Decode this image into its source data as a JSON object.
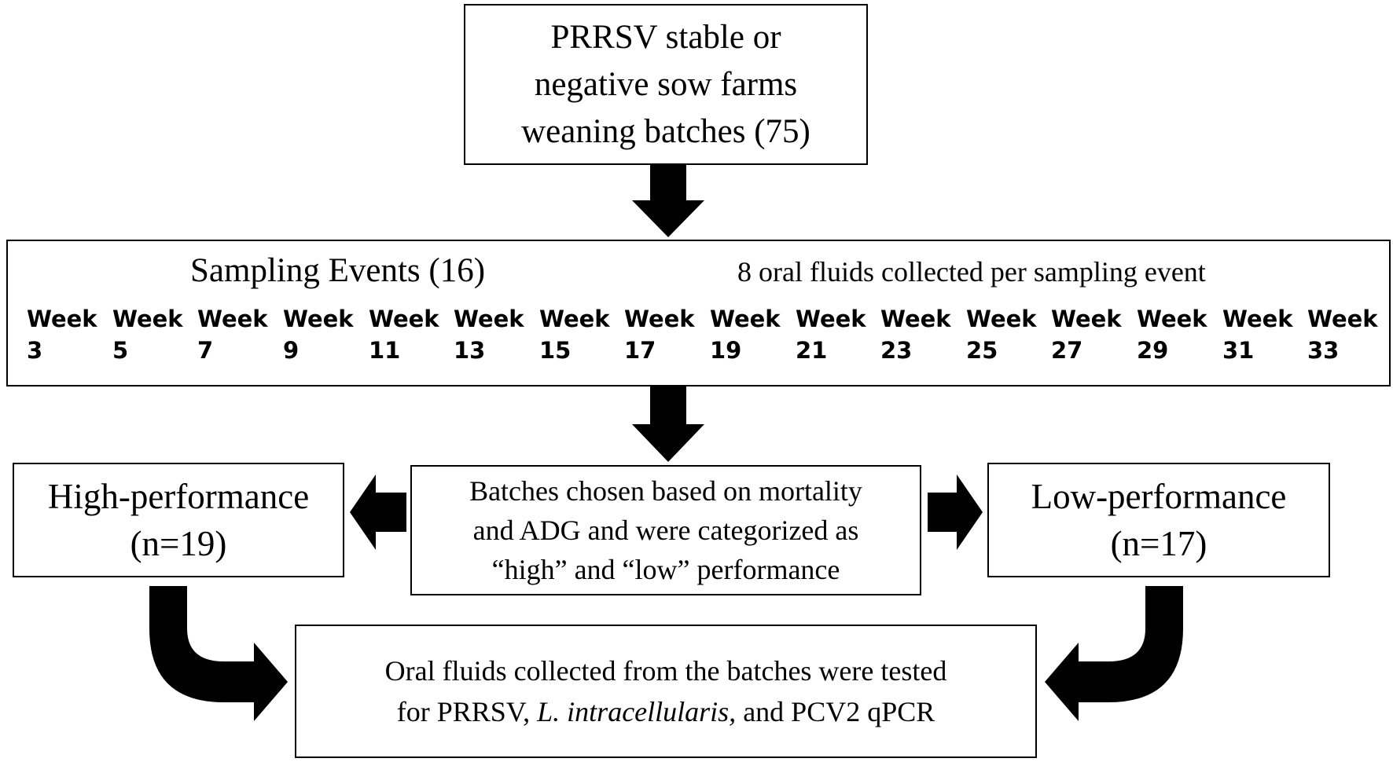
{
  "top_box": {
    "lines": [
      "PRRSV stable or",
      "negative sow farms",
      "weaning batches (75)"
    ]
  },
  "sampling_box": {
    "title": "Sampling Events (16)",
    "note": "8 oral fluids collected per sampling event",
    "weeks": [
      {
        "label": "Week",
        "number": "3"
      },
      {
        "label": "Week",
        "number": "5"
      },
      {
        "label": "Week",
        "number": "7"
      },
      {
        "label": "Week",
        "number": "9"
      },
      {
        "label": "Week",
        "number": "11"
      },
      {
        "label": "Week",
        "number": "13"
      },
      {
        "label": "Week",
        "number": "15"
      },
      {
        "label": "Week",
        "number": "17"
      },
      {
        "label": "Week",
        "number": "19"
      },
      {
        "label": "Week",
        "number": "21"
      },
      {
        "label": "Week",
        "number": "23"
      },
      {
        "label": "Week",
        "number": "25"
      },
      {
        "label": "Week",
        "number": "27"
      },
      {
        "label": "Week",
        "number": "29"
      },
      {
        "label": "Week",
        "number": "31"
      },
      {
        "label": "Week",
        "number": "33"
      }
    ]
  },
  "high_box": {
    "lines": [
      "High-performance",
      "(n=19)"
    ]
  },
  "criteria_box": {
    "lines": [
      "Batches chosen based on mortality",
      "and ADG and were categorized as",
      "“high” and “low” performance"
    ]
  },
  "low_box": {
    "lines": [
      "Low-performance",
      "(n=17)"
    ]
  },
  "result_box": {
    "line1": "Oral fluids collected from the batches were tested",
    "line2_prefix": "for PRRSV, ",
    "line2_italic": "L. intracellularis,",
    "line2_suffix": " and PCV2 qPCR"
  }
}
